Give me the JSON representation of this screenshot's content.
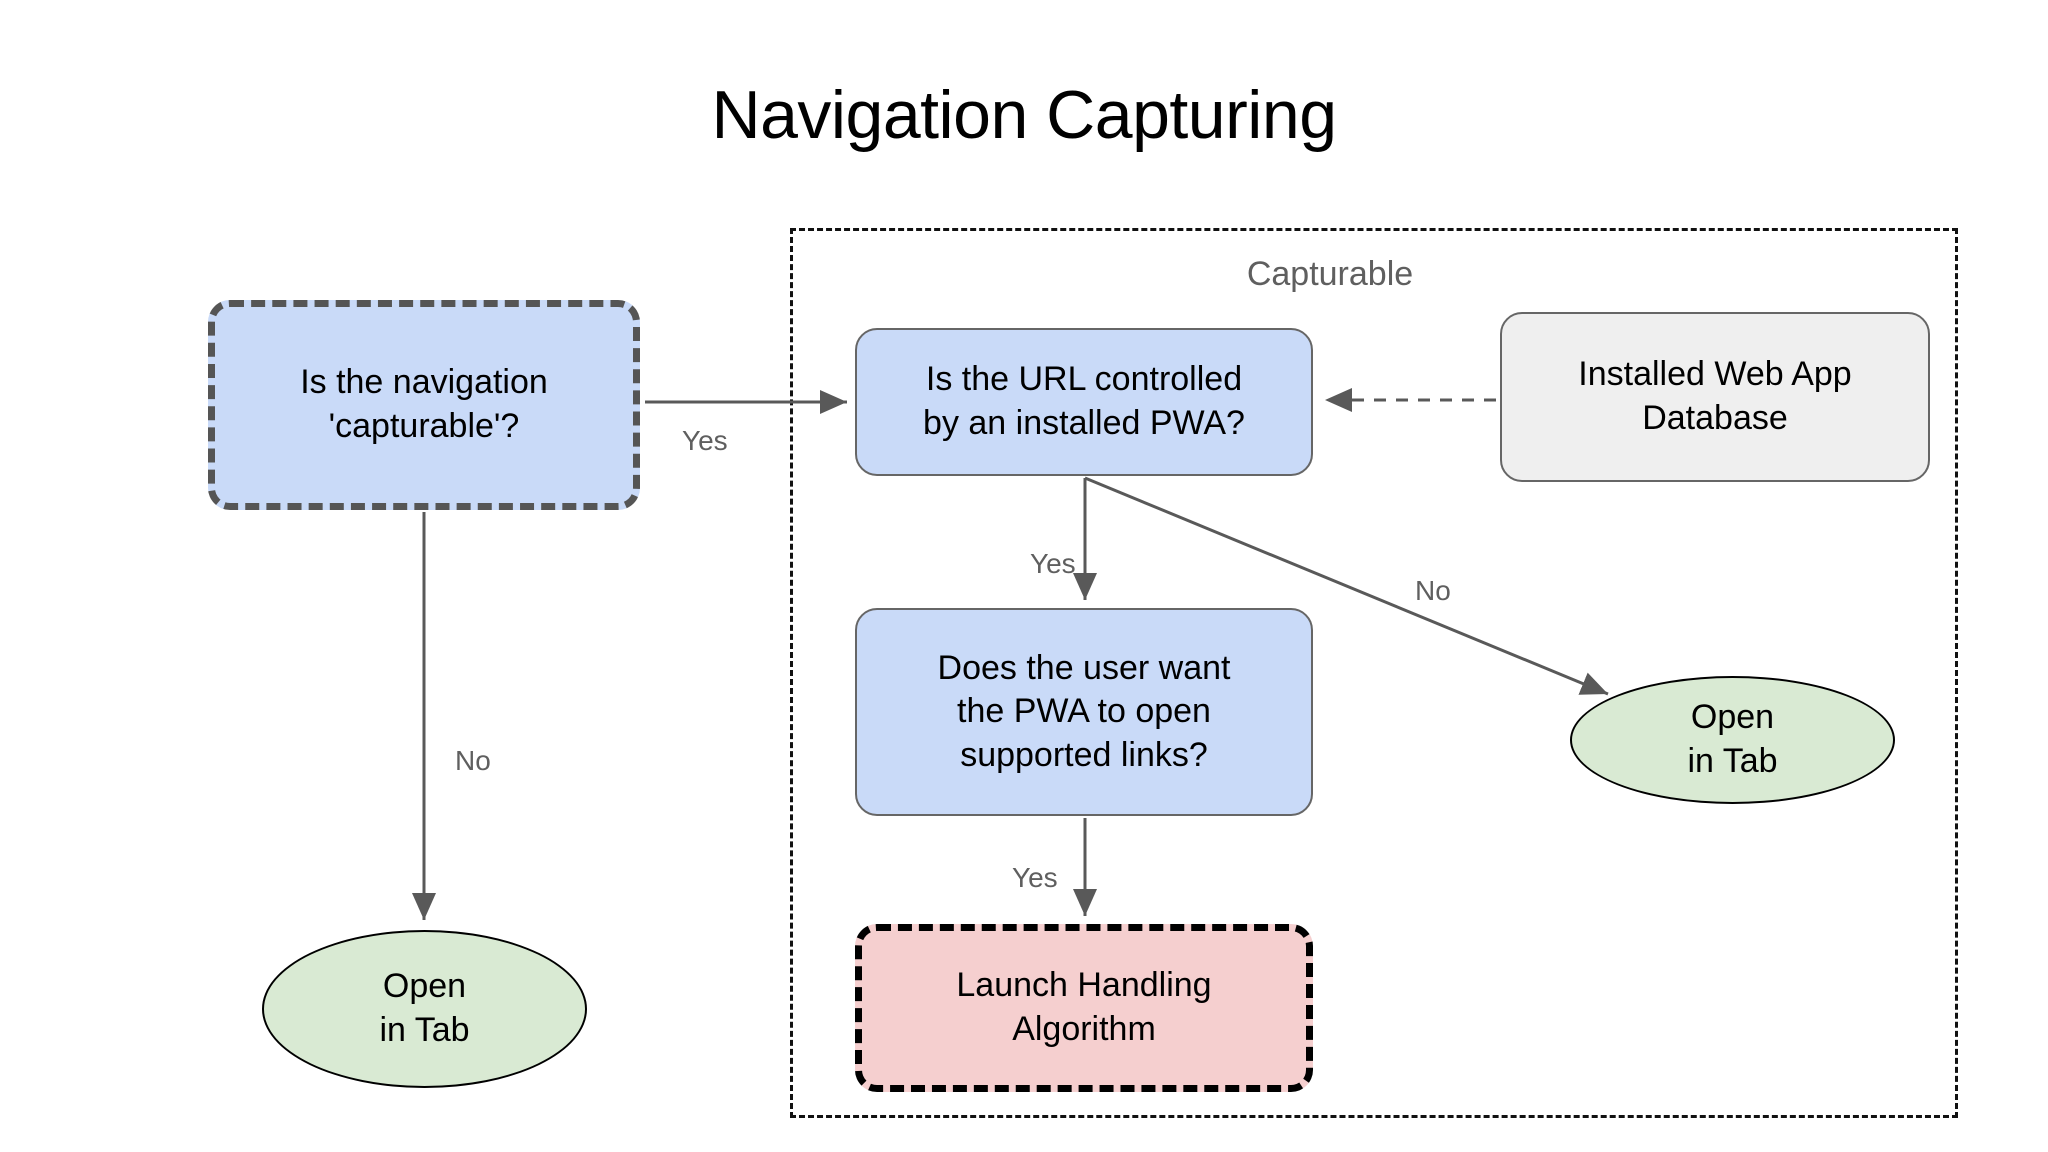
{
  "title": "Navigation Capturing",
  "group": {
    "label": "Capturable"
  },
  "nodes": {
    "capturable_question": {
      "line1": "Is the navigation",
      "line2": "'capturable'?"
    },
    "url_question": {
      "line1": "Is the URL controlled",
      "line2": "by an installed PWA?"
    },
    "database": {
      "line1": "Installed Web App",
      "line2": "Database"
    },
    "user_want_question": {
      "line1": "Does the user want",
      "line2": "the PWA to open",
      "line3": "supported links?"
    },
    "launch_algorithm": {
      "line1": "Launch Handling",
      "line2": "Algorithm"
    },
    "open_in_tab_left": {
      "line1": "Open",
      "line2": "in Tab"
    },
    "open_in_tab_right": {
      "line1": "Open",
      "line2": "in Tab"
    }
  },
  "edges": {
    "capturable_to_url": "Yes",
    "capturable_to_tab": "No",
    "url_to_user_want": "Yes",
    "url_to_tab": "No",
    "user_want_to_launch": "Yes"
  },
  "colors": {
    "node_blue": "#c9daf8",
    "node_gray": "#efefef",
    "node_pink": "#f5cfcf",
    "node_green": "#d9ead3",
    "edge_stroke": "#595959",
    "dashed_border": "#555555",
    "label_text": "#5f5f5f"
  }
}
